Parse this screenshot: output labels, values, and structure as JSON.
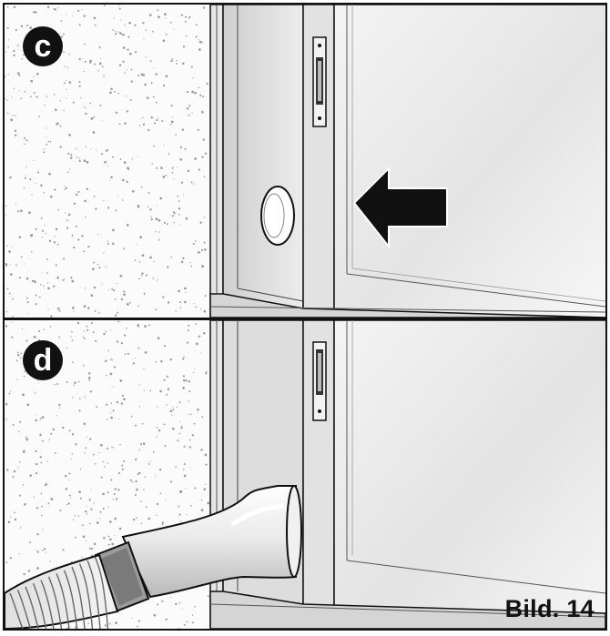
{
  "panels": [
    {
      "label": "c"
    },
    {
      "label": "d"
    }
  ],
  "caption": "Bild. 14",
  "colors": {
    "outline": "#111111",
    "wall_speckle": "#9a9a9a",
    "frame": "#d9d9d9",
    "glass": "#eeeeee"
  },
  "icons": [
    "window-latch-icon",
    "arrow-left-icon",
    "exhaust-hose-icon"
  ]
}
